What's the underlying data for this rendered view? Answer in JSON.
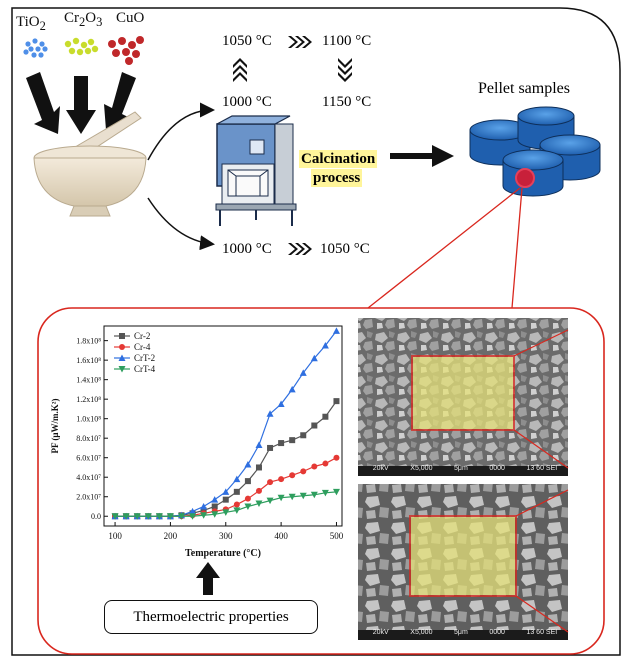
{
  "reagents": [
    {
      "name": "TiO",
      "sub": "2",
      "color": "#4f8fe8"
    },
    {
      "name": "Cr",
      "sub": "2",
      "mid": "O",
      "sub2": "3",
      "color": "#c8dc2c"
    },
    {
      "name": "CuO",
      "color": "#c0282a"
    }
  ],
  "route_upper": {
    "t1": "1050 °C",
    "t2": "1100 °C",
    "t3": "1150 °C",
    "t0": "1000 °C"
  },
  "route_lower": {
    "t1": "1000 °C",
    "t2": "1050 °C"
  },
  "calcination_label": [
    "Calcination",
    "process"
  ],
  "pellet_label": "Pellet samples",
  "thermo_label": "Thermoelectric properties",
  "sem_labels": {
    "top": [
      "20kV",
      "X5,000",
      "5μm",
      "0000",
      "13 60 SEI"
    ],
    "bottom": [
      "20kV",
      "X5,000",
      "5μm",
      "0000",
      "13 60 SEI"
    ]
  },
  "colors": {
    "accent_red": "#d9271e",
    "pellet_blue": "#2e75c8",
    "highlight_yellow": "#fff59a"
  },
  "chart_data": {
    "type": "line",
    "xlabel": "Temperature (°C)",
    "ylabel": "PF (μW/m.K²)",
    "xlim": [
      80,
      510
    ],
    "ylim": [
      -0.1,
      1.95
    ],
    "x_ticks": [
      100,
      200,
      300,
      400,
      500
    ],
    "y_ticks": [
      0.0,
      0.2,
      0.4,
      0.6,
      0.8,
      1.0,
      1.2,
      1.4,
      1.6,
      1.8
    ],
    "y_tick_labels": [
      "0.0",
      "2.0x10⁷",
      "4.0x10⁷",
      "6.0x10⁷",
      "8.0x10⁷",
      "1.0x10⁸",
      "1.2x10⁸",
      "1.4x10⁸",
      "1.6x10⁸",
      "1.8x10⁸"
    ],
    "x": [
      100,
      120,
      140,
      160,
      180,
      200,
      220,
      240,
      260,
      280,
      300,
      320,
      340,
      360,
      380,
      400,
      420,
      440,
      460,
      480,
      500
    ],
    "series": [
      {
        "name": "Cr-2",
        "marker": "square",
        "color": "#555555",
        "values": [
          0.0,
          0.0,
          0.0,
          0.0,
          0.0,
          0.0,
          0.01,
          0.03,
          0.06,
          0.1,
          0.17,
          0.25,
          0.36,
          0.5,
          0.7,
          0.75,
          0.78,
          0.83,
          0.93,
          1.02,
          1.18
        ]
      },
      {
        "name": "Cr-4",
        "marker": "circle",
        "color": "#e53935",
        "values": [
          0.0,
          0.0,
          0.0,
          0.0,
          0.0,
          0.0,
          0.0,
          0.01,
          0.03,
          0.05,
          0.07,
          0.12,
          0.18,
          0.26,
          0.35,
          0.38,
          0.42,
          0.46,
          0.51,
          0.54,
          0.6
        ]
      },
      {
        "name": "CrT-2",
        "marker": "triangle-up",
        "color": "#2f6fe0",
        "values": [
          0.0,
          0.0,
          0.0,
          0.0,
          0.0,
          0.0,
          0.01,
          0.05,
          0.1,
          0.17,
          0.25,
          0.38,
          0.53,
          0.73,
          1.05,
          1.15,
          1.3,
          1.47,
          1.62,
          1.75,
          1.9
        ]
      },
      {
        "name": "CrT-4",
        "marker": "triangle-down",
        "color": "#2e9e5e",
        "values": [
          0.0,
          0.0,
          0.0,
          0.0,
          0.0,
          0.0,
          0.0,
          0.0,
          0.01,
          0.02,
          0.04,
          0.06,
          0.1,
          0.13,
          0.16,
          0.19,
          0.2,
          0.21,
          0.22,
          0.24,
          0.25
        ]
      }
    ],
    "legend_position": "top-left"
  }
}
